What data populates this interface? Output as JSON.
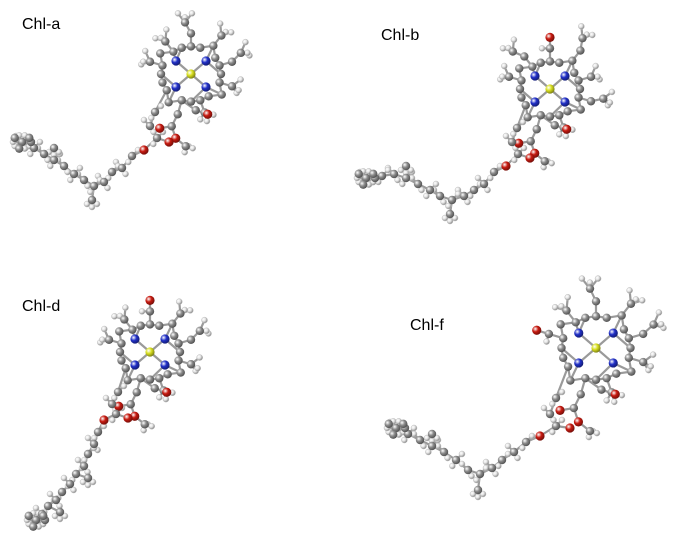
{
  "labels": {
    "a": "Chl-a",
    "b": "Chl-b",
    "d": "Chl-d",
    "f": "Chl-f"
  },
  "atom_colors": {
    "carbon": "#8c8c8c",
    "hydrogen": "#e4e4e4",
    "nitrogen": "#2130c8",
    "oxygen": "#c81a10",
    "magnesium": "#d9e021",
    "bond": "#9a9a9a"
  }
}
